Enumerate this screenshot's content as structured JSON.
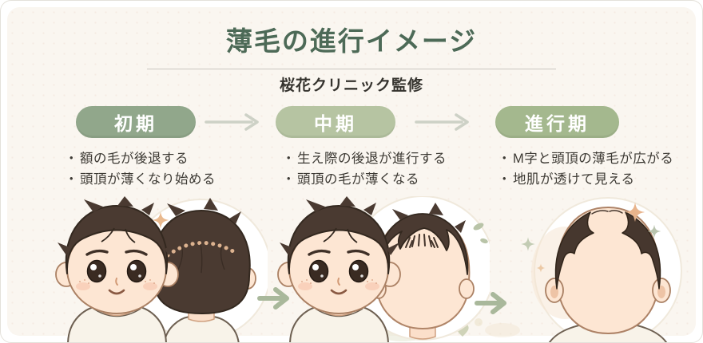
{
  "page": {
    "title": "薄毛の進行イメージ",
    "subtitle": "桜花クリニック監修",
    "bullet_marker": "・"
  },
  "stages": [
    {
      "label": "初期",
      "bullets": [
        "額の毛が後退する",
        "頭頂が薄くなり始める"
      ]
    },
    {
      "label": "中期",
      "bullets": [
        "生え際の後退が進行する",
        "頭頂の毛が薄くなる"
      ]
    },
    {
      "label": "進行期",
      "bullets": [
        "M字と頭頂の薄毛が広がる",
        "地肌が透けて見える"
      ]
    }
  ],
  "icons": {
    "stage_flow_arrow": "arrow-right-icon",
    "progression_arrow": "arrow-right-icon",
    "sparkle": "four-point-star-icon",
    "leaf_dots": "leaf-dots-icon",
    "heart": "heart-icon"
  },
  "colors": {
    "background": "#faf6f0",
    "title_text": "#4d6a57",
    "subtitle_text": "#35332e",
    "body_text": "#3d3a34",
    "divider": "#c9c6bf",
    "badge_early": "#91a78b",
    "badge_middle": "#b6c4a2",
    "badge_advanced": "#a4b88e",
    "badge_text": "#ffffff",
    "stage_arrow": "#cdd1c6",
    "progression_arrow": "#a9b89b",
    "hair": "#4a3a31",
    "skin": "#fde6d3",
    "sparkle_orange": "#e8b48c",
    "sparkle_green": "#b9c4ae"
  }
}
